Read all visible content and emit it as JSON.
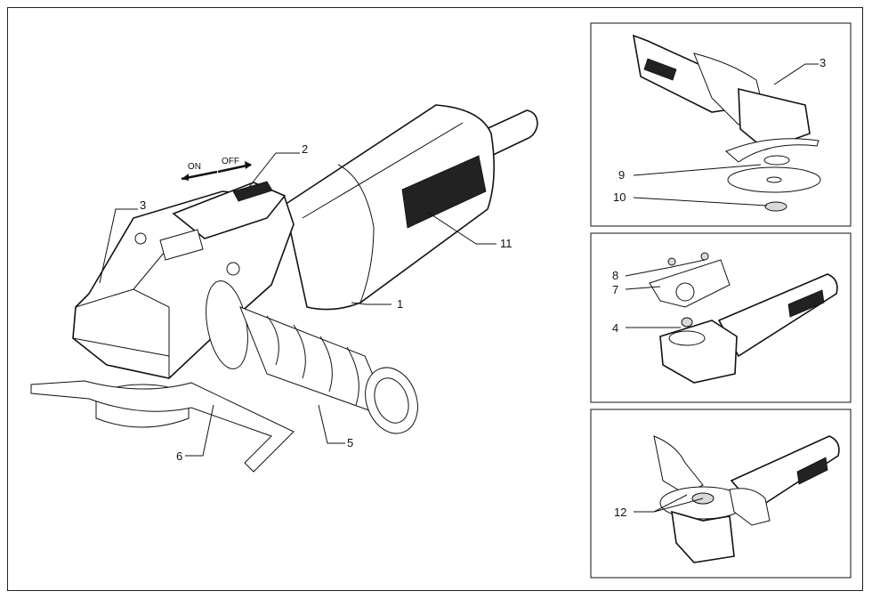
{
  "main_figure": {
    "switch_on": "ON",
    "switch_off": "OFF",
    "labels": [
      "1",
      "2",
      "3",
      "5",
      "6",
      "11"
    ]
  },
  "panel_top": {
    "labels": [
      "3",
      "9",
      "10"
    ]
  },
  "panel_middle": {
    "labels": [
      "8",
      "7",
      "4"
    ]
  },
  "panel_bottom": {
    "labels": [
      "12"
    ]
  }
}
